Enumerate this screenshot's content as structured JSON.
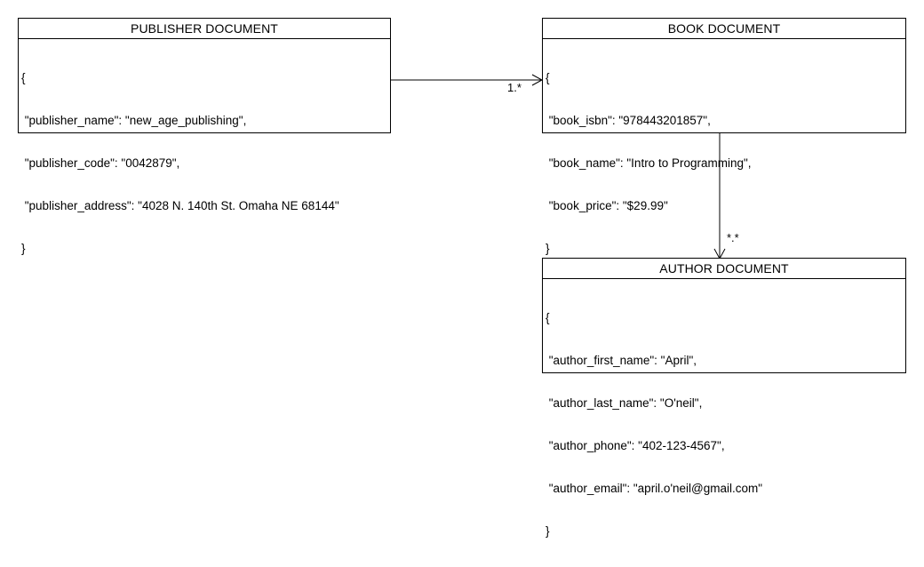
{
  "publisher": {
    "title": "PUBLISHER DOCUMENT",
    "lines": [
      "{",
      " \"publisher_name\": \"new_age_publishing\",",
      " \"publisher_code\": \"0042879\",",
      " \"publisher_address\": \"4028 N. 140th St. Omaha NE 68144\"",
      "}"
    ]
  },
  "book": {
    "title": "BOOK DOCUMENT",
    "lines": [
      "{",
      " \"book_isbn\": \"978443201857\",",
      " \"book_name\": \"Intro to Programming\",",
      " \"book_price\": \"$29.99\"",
      "}"
    ]
  },
  "author": {
    "title": "AUTHOR DOCUMENT",
    "lines": [
      "{",
      " \"author_first_name\": \"April\",",
      " \"author_last_name\": \"O'neil\",",
      " \"author_phone\": \"402-123-4567\",",
      " \"author_email\": \"april.o'neil@gmail.com\"",
      "}"
    ]
  },
  "relations": {
    "publisher_to_book_multiplicity": "1.*",
    "book_to_author_multiplicity": "*.*"
  }
}
